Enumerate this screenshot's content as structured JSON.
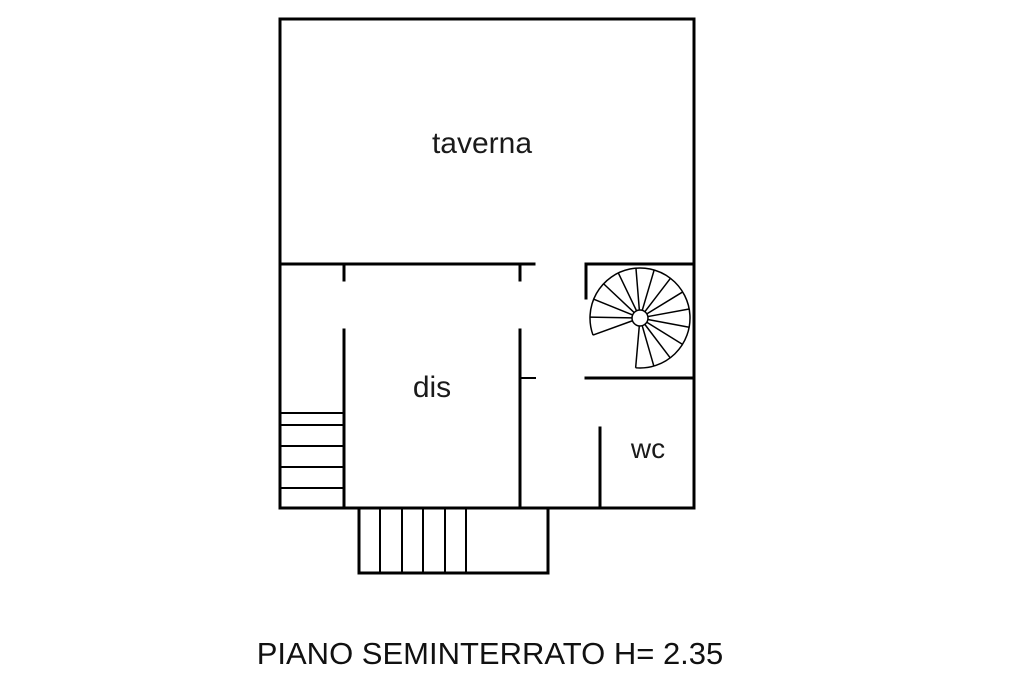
{
  "plan": {
    "rooms": {
      "taverna": "taverna",
      "dis": "dis",
      "wc": "wc"
    },
    "caption": "PIANO SEMINTERRATO H= 2.35"
  }
}
